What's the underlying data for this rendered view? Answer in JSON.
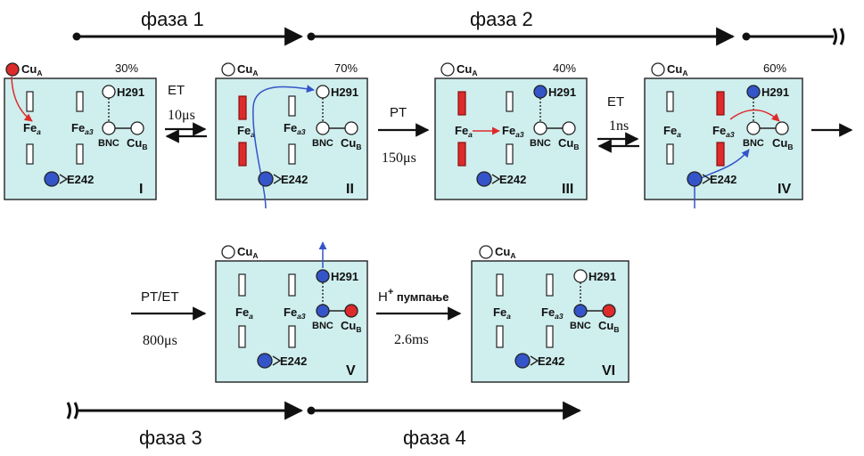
{
  "phases": [
    {
      "label": "фаза 1"
    },
    {
      "label": "фаза 2"
    },
    {
      "label": "фаза 3"
    },
    {
      "label": "фаза 4"
    }
  ],
  "states": [
    {
      "id": "I",
      "percent": "30%"
    },
    {
      "id": "II",
      "percent": "70%"
    },
    {
      "id": "III",
      "percent": "40%"
    },
    {
      "id": "IV",
      "percent": "60%"
    },
    {
      "id": "V",
      "percent": ""
    },
    {
      "id": "VI",
      "percent": ""
    }
  ],
  "labels": {
    "cu": "Cu",
    "cu_a_sub": "A",
    "cu_b_sub": "B",
    "fe": "Fe",
    "fe_a_sub": "a",
    "fe_a3_sub": "a3",
    "h291": "H291",
    "bnc": "BNC",
    "e242": "E242"
  },
  "transitions": [
    {
      "id": "t1",
      "name": "ET",
      "time": "10μs"
    },
    {
      "id": "t2",
      "name": "PT",
      "time": "150μs"
    },
    {
      "id": "t3",
      "name": "ET",
      "time": "1ns"
    },
    {
      "id": "t4",
      "name": "PT/ET",
      "time": "800μs"
    },
    {
      "id": "t5",
      "name": "H",
      "name_sup": "+",
      "name_suffix": " пумпање",
      "time": "2.6ms"
    }
  ],
  "colors": {
    "box_fill": "#cfeeee",
    "reduced_red": "#dd2b2b",
    "proton_blue": "#3355c9",
    "oxidized_white": "#ffffff"
  }
}
